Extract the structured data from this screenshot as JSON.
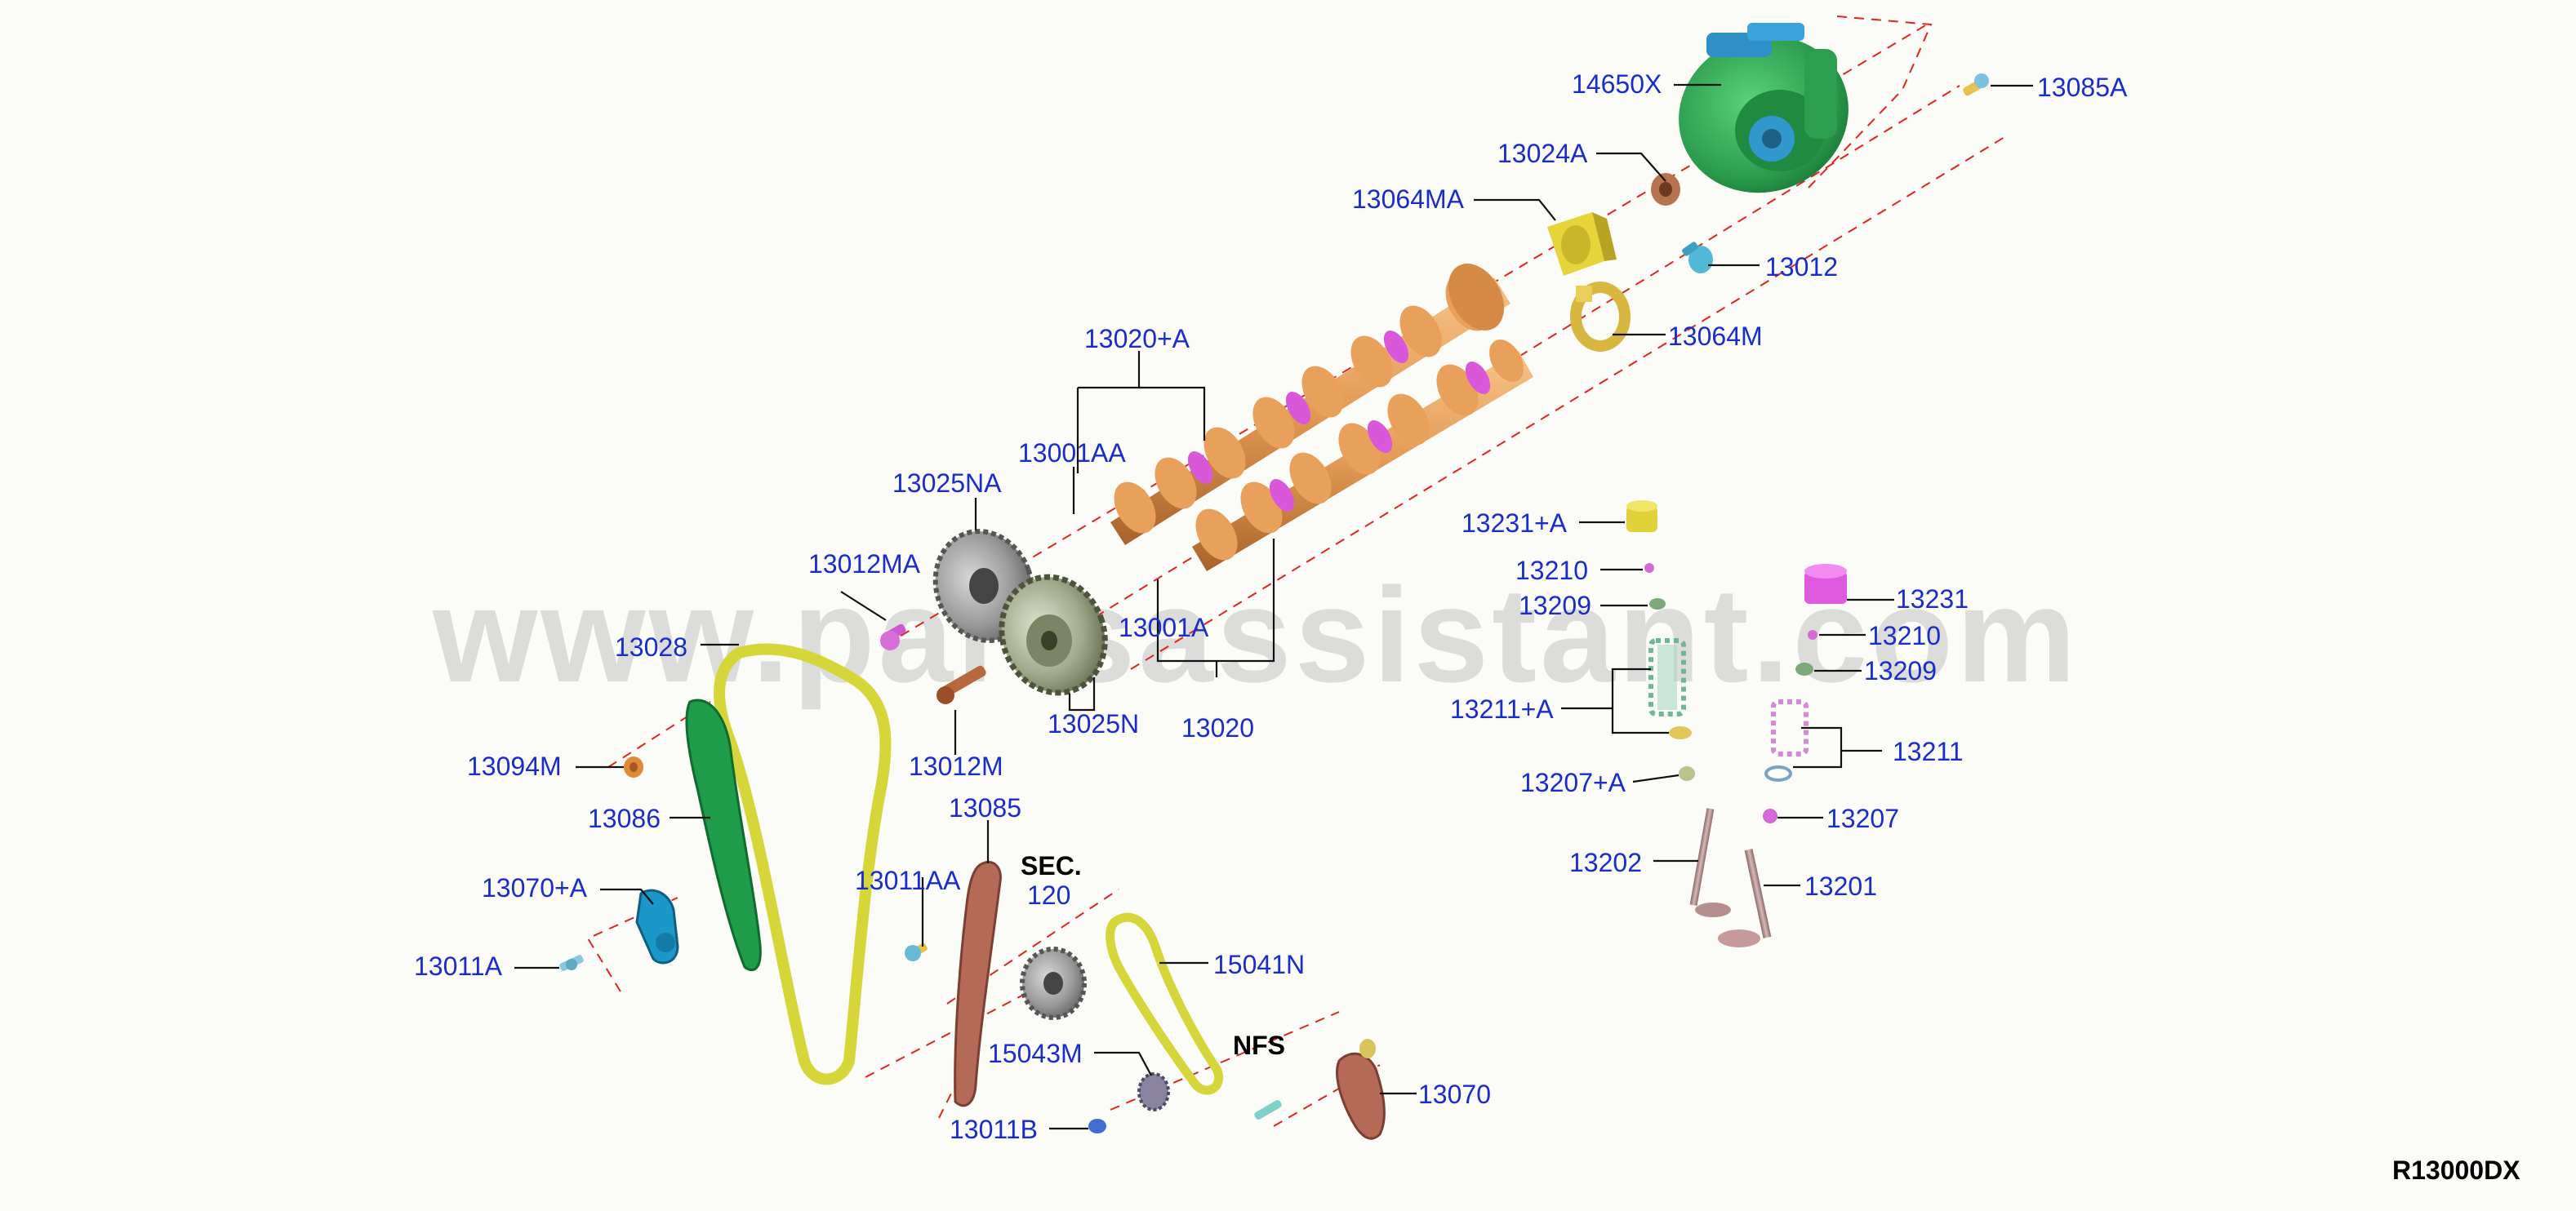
{
  "watermark": "www.partsassistant.com",
  "drawing_code": "R13000DX",
  "callouts": {
    "c14650X": "14650X",
    "c13085A": "13085A",
    "c13024A": "13024A",
    "c13064MA": "13064MA",
    "c13012": "13012",
    "c13064M": "13064M",
    "c13020A": "13020+A",
    "c13001AA": "13001AA",
    "c13025NA": "13025NA",
    "c13012MA": "13012MA",
    "c13001A": "13001A",
    "c13028": "13028",
    "c13025N": "13025N",
    "c13020": "13020",
    "c13012M": "13012M",
    "c13094M": "13094M",
    "c13086": "13086",
    "c13085": "13085",
    "c13070A": "13070+A",
    "c13011AA": "13011AA",
    "c13011A": "13011A",
    "c15041N": "15041N",
    "c15043M": "15043M",
    "c13011B": "13011B",
    "c13070": "13070",
    "c13231A": "13231+A",
    "c13210_l": "13210",
    "c13209_l": "13209",
    "c13231": "13231",
    "c13210_r": "13210",
    "c13209_r": "13209",
    "c13211A": "13211+A",
    "c13211": "13211",
    "c13207A": "13207+A",
    "c13207": "13207",
    "c13202": "13202",
    "c13201": "13201"
  },
  "sec": {
    "label": "SEC.",
    "number": "120"
  },
  "nfs": "NFS",
  "colors": {
    "callout_text": "#1a2ccc",
    "leader": "#111111",
    "centerline": "#e0251f",
    "camshaft": "#e8a05a",
    "cam_ring": "#d957d9",
    "vacuum_pump": "#2ea85a",
    "chain": "#d6d63a",
    "guide_green": "#1f9c4a",
    "guide_brown": "#b56a58",
    "sprocket_gray": "#8a8a8a",
    "spring_green": "#6fb59a",
    "tappet_yellow": "#e2d23a",
    "tappet_magenta": "#e05ae0"
  }
}
